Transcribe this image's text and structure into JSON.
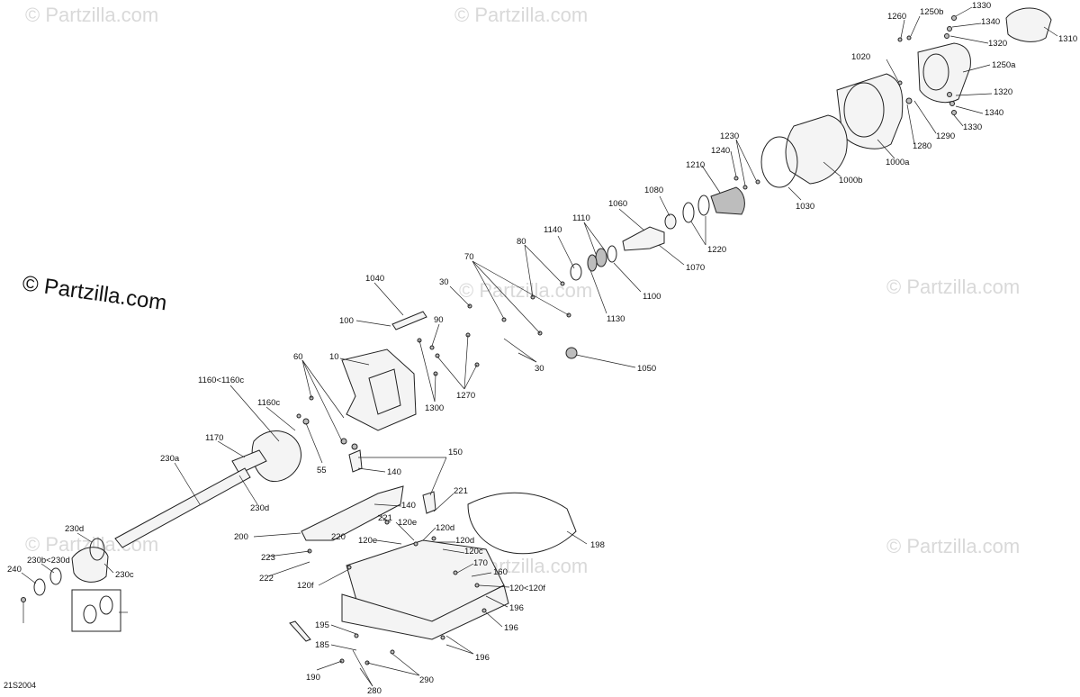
{
  "watermark": {
    "text": "© Partzilla.com",
    "brand_text": "© Partzilla.com"
  },
  "diagram_ref": "21S2004",
  "callouts": [
    "1330",
    "1260",
    "1250b",
    "1340",
    "1320",
    "1310",
    "1020",
    "1250a",
    "1320",
    "1340",
    "1330",
    "1290",
    "1280",
    "1000a",
    "1000b",
    "1230",
    "1240",
    "1210",
    "1030",
    "1080",
    "1060",
    "1220",
    "1070",
    "1110",
    "1140",
    "1100",
    "1130",
    "80",
    "70",
    "30",
    "1040",
    "100",
    "90",
    "10",
    "1050",
    "30",
    "1270",
    "1300",
    "60",
    "1160<1160c",
    "1160c",
    "1170",
    "55",
    "230a",
    "150",
    "140",
    "230d",
    "221",
    "140",
    "221",
    "220",
    "200",
    "120e",
    "120d",
    "223",
    "222",
    "120e",
    "120d",
    "120c",
    "198",
    "120f",
    "170",
    "160",
    "120<120f",
    "196",
    "196",
    "195",
    "185",
    "196",
    "190",
    "290",
    "280",
    "230d",
    "230c",
    "230b<230d",
    "240"
  ]
}
